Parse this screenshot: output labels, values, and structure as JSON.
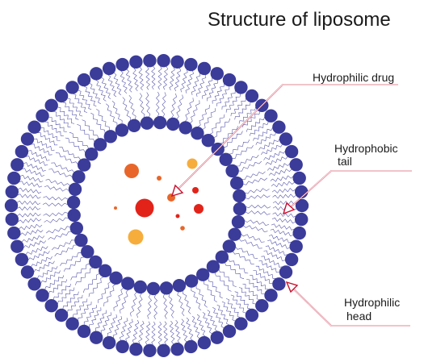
{
  "title": "Structure of liposome",
  "labels": {
    "hydrophilic_drug": "Hydrophilic drug",
    "hydrophobic_tail_line1": "Hydrophobic",
    "hydrophobic_tail_line2": "tail",
    "hydrophilic_head_line1": "Hydrophilic",
    "hydrophilic_head_line2": "head"
  },
  "colors": {
    "head": "#3b3b9a",
    "tail": "#4a4aa6",
    "callout": "#c8102e",
    "drug_dark": "#e2231a",
    "drug_orange": "#e8662a",
    "drug_light": "#f6ad3c"
  }
}
